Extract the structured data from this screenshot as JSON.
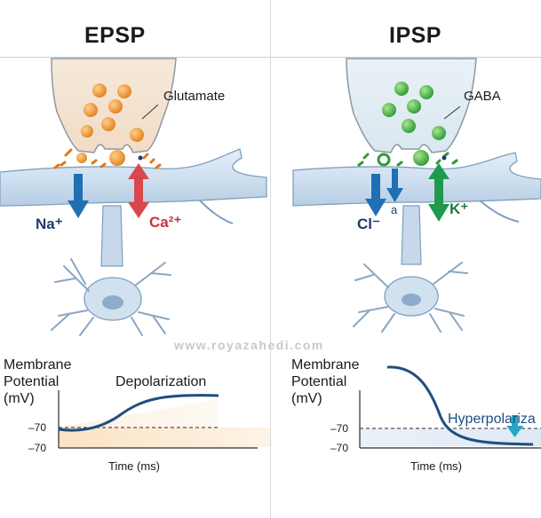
{
  "panels": {
    "epsp": {
      "title": "EPSP",
      "neurotransmitter": "Glutamate",
      "ions": {
        "na": "Na⁺",
        "ca": "Ca²⁺"
      },
      "graph": {
        "ylabel_lines": [
          "Membrane",
          "Potential",
          "(mV)"
        ],
        "annotation": "Depolarization",
        "ticks": [
          "–70",
          "–70"
        ],
        "xlabel": "Time (ms)"
      }
    },
    "ipsp": {
      "title": "IPSP",
      "neurotransmitter": "GABA",
      "ions": {
        "cl": "Cl⁻",
        "cl_sub": "a",
        "k": "K⁺"
      },
      "graph": {
        "ylabel_lines": [
          "Membrane",
          "Potential",
          "(mV)"
        ],
        "annotation": "Hyperpolariza",
        "ticks": [
          "–70",
          "–70"
        ],
        "xlabel": "Time (ms)"
      }
    }
  },
  "watermark": "www.royazahedi.com",
  "colors": {
    "excitatory": "#f29a2e",
    "inhibitory": "#3aa83e",
    "sodium_arrow": "#1f6fb5",
    "calcium_arrow": "#d9474c",
    "chloride_arrow": "#1f6fb5",
    "potassium_arrow": "#1f9a4d",
    "curve": "#1d4e80",
    "hyper_arrow": "#27a5c8"
  },
  "icons": [
    "presynaptic-terminal-icon",
    "vesicle-icon",
    "dendrite-icon",
    "neuron-soma-icon",
    "ion-arrow-icon"
  ]
}
